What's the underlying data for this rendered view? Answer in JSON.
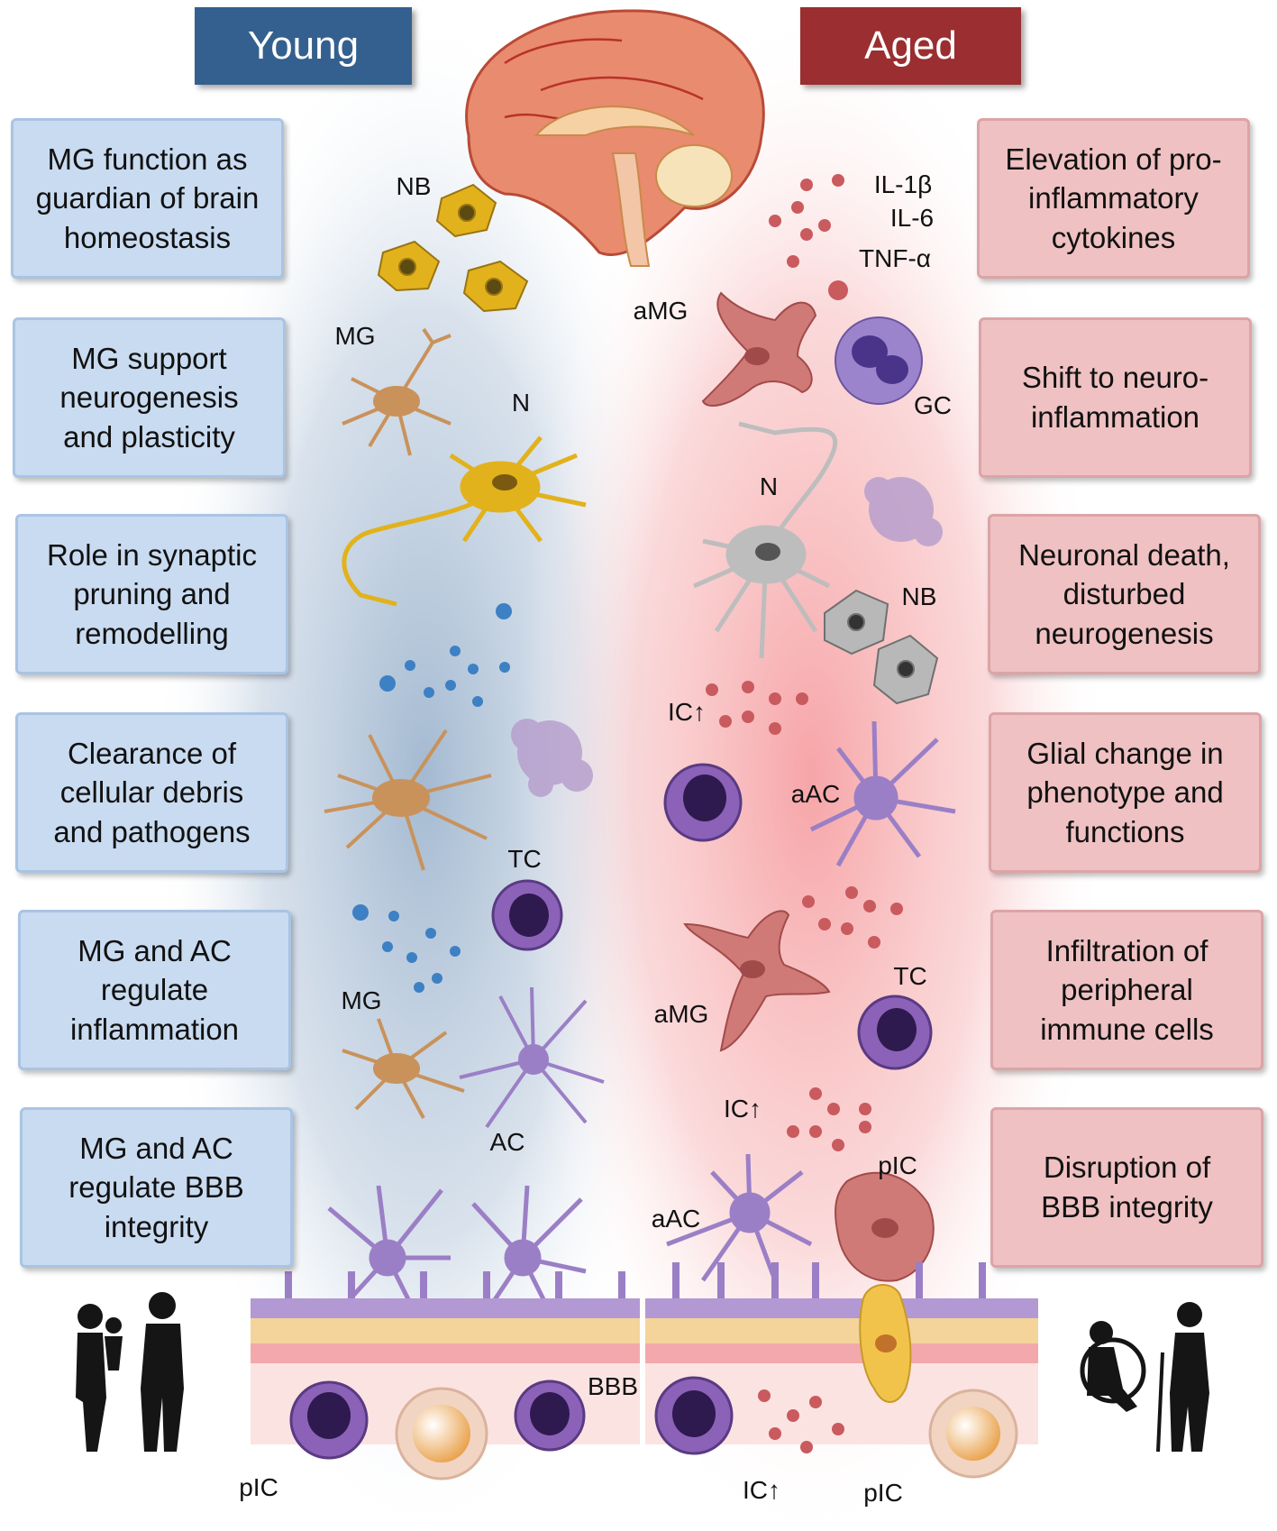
{
  "headers": {
    "young": "Young",
    "aged": "Aged"
  },
  "young_boxes": [
    "MG function as\nguardian of brain\nhomeostasis",
    "MG support\nneurogenesis\nand plasticity",
    "Role in synaptic\npruning and\nremodelling",
    "Clearance of\ncellular debris\nand pathogens",
    "MG and AC\nregulate\ninflammation",
    "MG and AC\nregulate BBB\nintegrity"
  ],
  "aged_boxes": [
    "Elevation of pro-\ninflammatory\ncytokines",
    "Shift to neuro-\ninflammation",
    "Neuronal death,\ndisturbed\nneurogenesis",
    "Glial change in\nphenotype and\nfunctions",
    "Infiltration of\nperipheral\nimmune cells",
    "Disruption of\nBBB integrity"
  ],
  "cell_labels": {
    "nb_young": "NB",
    "mg_young_1": "MG",
    "n_young": "N",
    "tc_young": "TC",
    "mg_young_2": "MG",
    "ac_young": "AC",
    "pic_young": "pIC",
    "bbb": "BBB",
    "il1b": "IL-1β",
    "il6": "IL-6",
    "tnfa": "TNF-α",
    "amg_1": "aMG",
    "gc": "GC",
    "n_aged": "N",
    "nb_aged": "NB",
    "ic_up_1": "IC↑",
    "aac_1": "aAC",
    "tc_aged": "TC",
    "amg_2": "aMG",
    "ic_up_2": "IC↑",
    "pic_aged_1": "pIC",
    "aac_2": "aAC",
    "ic_up_3": "IC↑",
    "pic_aged_2": "pIC"
  },
  "colors": {
    "young_header": "#34608f",
    "aged_header": "#9a2e30",
    "young_box": "#c9dbf0",
    "aged_box": "#efc1c2",
    "microglia": "#c9925b",
    "neuron_young": "#e2b21c",
    "neuron_aged": "#bdbdbd",
    "astrocyte": "#9b7fc6",
    "activated_microglia": "#d07a78",
    "t_cell": "#6a3f9a",
    "cytokine_young": "#3d80c4",
    "cytokine_aged": "#c95a5e"
  },
  "icons": [
    "brain-icon",
    "family-silhouette-icon",
    "elderly-silhouette-icon"
  ]
}
